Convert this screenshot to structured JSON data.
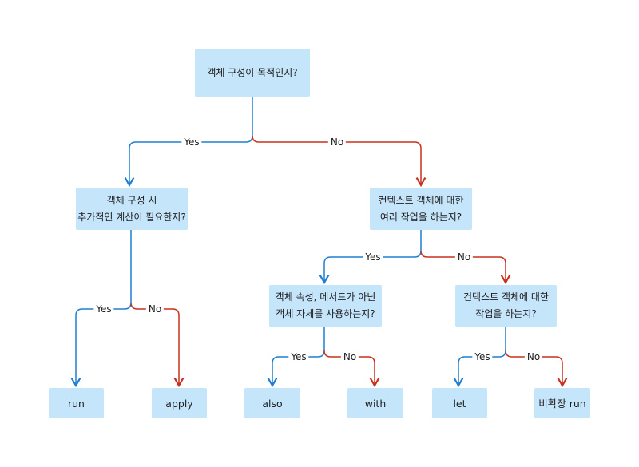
{
  "colors": {
    "yes": "#1f7ed1",
    "no": "#c9301d",
    "node_fill": "#c5e5fb"
  },
  "nodes": {
    "root": {
      "lines": [
        "객체 구성이 목적인지?"
      ]
    },
    "q_compute": {
      "lines": [
        "객체 구성 시",
        "추가적인 계산이 필요한지?"
      ]
    },
    "q_context_multi": {
      "lines": [
        "컨텍스트 객체에 대한",
        "여러 작업을 하는지?"
      ]
    },
    "q_object_itself": {
      "lines": [
        "객체 속성, 메서드가 아닌",
        "객체 자체를 사용하는지?"
      ]
    },
    "q_context_work": {
      "lines": [
        "컨텍스트 객체에 대한",
        "작업을 하는지?"
      ]
    },
    "leaf_run": {
      "lines": [
        "run"
      ]
    },
    "leaf_apply": {
      "lines": [
        "apply"
      ]
    },
    "leaf_also": {
      "lines": [
        "also"
      ]
    },
    "leaf_with": {
      "lines": [
        "with"
      ]
    },
    "leaf_let": {
      "lines": [
        "let"
      ]
    },
    "leaf_nonext_run": {
      "lines": [
        "비확장 run"
      ]
    }
  },
  "edge_labels": {
    "yes": "Yes",
    "no": "No"
  }
}
